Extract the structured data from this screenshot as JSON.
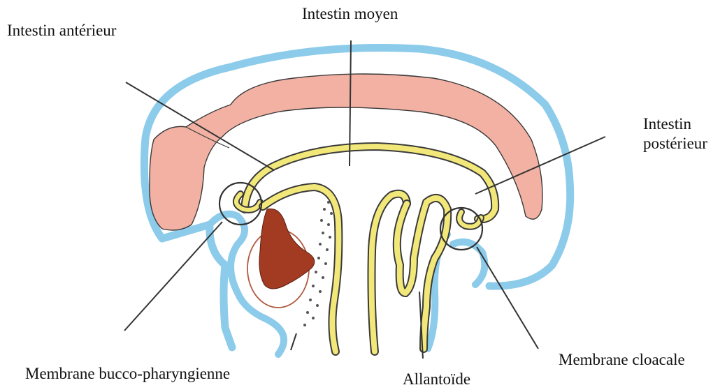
{
  "labels": {
    "midgut": "Intestin moyen",
    "foregut": "Intestin antérieur",
    "hindgut_line1": "Intestin",
    "hindgut_line2": "postérieur",
    "oropharyngeal_membrane": "Membrane bucco-pharyngienne",
    "allantois": "Allantoïde",
    "cloacal_membrane": "Membrane cloacale"
  },
  "colors": {
    "ectoderm": "#8ccbea",
    "mesoderm": "#f2b1a3",
    "endoderm": "#f2e87a",
    "heart": "#a33a22",
    "outline": "#3a3a3a",
    "leader": "#333333"
  }
}
